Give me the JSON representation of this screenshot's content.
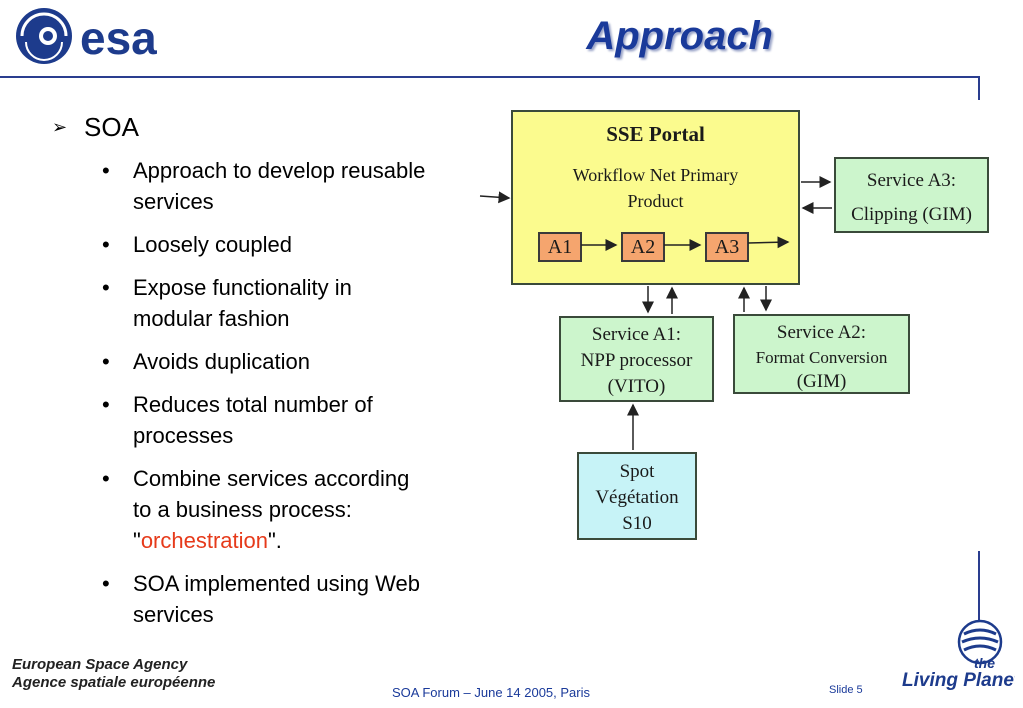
{
  "header": {
    "logo_text": "esa",
    "title": "Approach"
  },
  "content": {
    "heading": "SOA",
    "bullets": [
      "Approach to develop reusable services",
      "Loosely coupled",
      "Expose functionality in modular fashion",
      "Avoids duplication",
      "Reduces total number of processes"
    ],
    "combine": {
      "before": "Combine services according to a business process: \"",
      "highlight": "orchestration",
      "after": "\"."
    },
    "last_bullet": "SOA implemented using Web services"
  },
  "diagram": {
    "portal_title": "SSE Portal",
    "portal_subtitle": "Workflow Net Primary Product",
    "steps": [
      "A1",
      "A2",
      "A3"
    ],
    "service_a3": [
      "Service A3:",
      "Clipping (GIM)"
    ],
    "service_a1": [
      "Service A1:",
      "NPP processor",
      "(VITO)"
    ],
    "service_a2": [
      "Service A2:",
      "Format Conversion",
      "(GIM)"
    ],
    "spot": [
      "Spot",
      "Végétation",
      "S10"
    ]
  },
  "footer": {
    "agency_en": "European Space Agency",
    "agency_fr": "Agence spatiale européenne",
    "center": "SOA Forum – June 14 2005, Paris",
    "slide_label": "Slide 5",
    "living_planet_logo": [
      "the",
      "Living Planet"
    ]
  },
  "colors": {
    "brand_blue": "#2a3d8f",
    "title_blue": "#1a3a9a",
    "highlight_red": "#e63a1a",
    "portal_yellow": "#fbfb8e",
    "service_green": "#ccf5cc",
    "data_cyan": "#c7f3f7",
    "step_orange": "#f5a56e"
  }
}
